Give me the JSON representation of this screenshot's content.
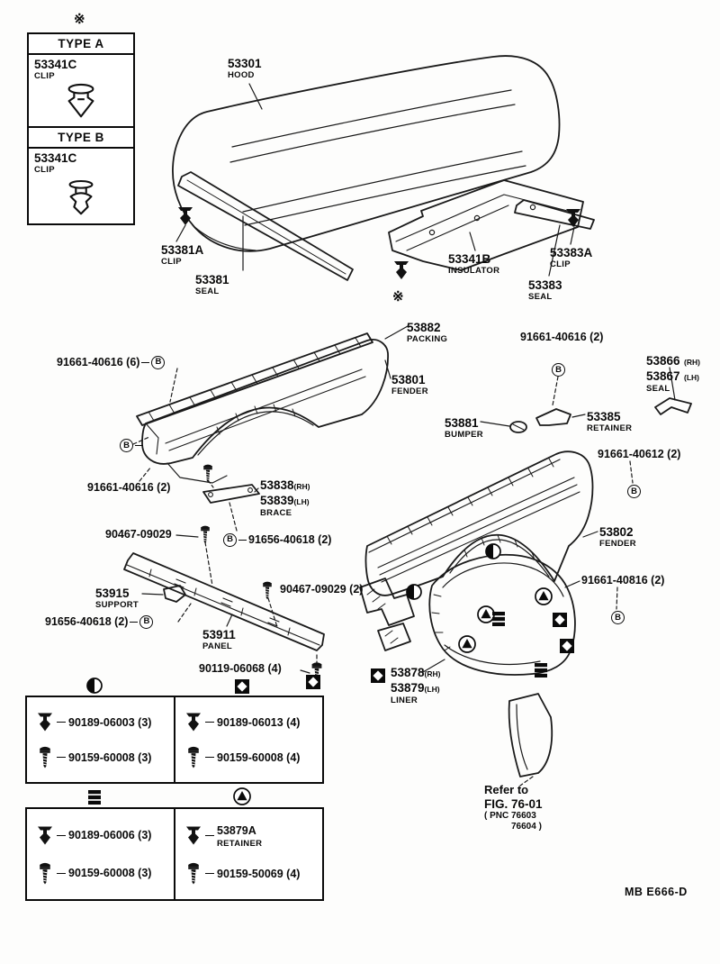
{
  "page": {
    "footer_code": "MB  E666-D",
    "asterisk_top": "※",
    "asterisk_bottom": "※",
    "bolt_marker": "B"
  },
  "type_legend": {
    "type_a_title": "TYPE A",
    "type_a_part": {
      "num": "53341C",
      "name": "CLIP"
    },
    "type_b_title": "TYPE B",
    "type_b_part": {
      "num": "53341C",
      "name": "CLIP"
    }
  },
  "parts": {
    "hood": {
      "num": "53301",
      "name": "HOOD"
    },
    "hood_seal_clip": {
      "num": "53381A",
      "name": "CLIP"
    },
    "hood_seal": {
      "num": "53381",
      "name": "SEAL"
    },
    "insulator": {
      "num": "53341B",
      "name": "INSULATOR"
    },
    "cowl_seal_clip": {
      "num": "53383A",
      "name": "CLIP"
    },
    "cowl_seal": {
      "num": "53383",
      "name": "SEAL"
    },
    "packing": {
      "num": "53882",
      "name": "PACKING"
    },
    "fender_rh": {
      "num": "53801",
      "name": "FENDER"
    },
    "apron_seal": {
      "num_rh": "53866",
      "rh": "(RH)",
      "num_lh": "53867",
      "lh": "(LH)",
      "name": "SEAL"
    },
    "bumper": {
      "num": "53881",
      "name": "BUMPER"
    },
    "retainer": {
      "num": "53385",
      "name": "RETAINER"
    },
    "brace": {
      "num_rh": "53838",
      "rh": "(RH)",
      "num_lh": "53839",
      "lh": "(LH)",
      "name": "BRACE"
    },
    "support": {
      "num": "53915",
      "name": "SUPPORT"
    },
    "panel": {
      "num": "53911",
      "name": "PANEL"
    },
    "fender_lh": {
      "num": "53802",
      "name": "FENDER"
    },
    "liner": {
      "num_rh": "53878",
      "rh": "(RH)",
      "num_lh": "53879",
      "lh": "(LH)",
      "name": "LINER"
    }
  },
  "bolts": {
    "b_91661_40616_6": "91661-40616 (6)",
    "b_91661_40616_2_left": "91661-40616 (2)",
    "b_91661_40616_2_right": "91661-40616 (2)",
    "b_91661_40612_2": "91661-40612 (2)",
    "b_91656_40618_2_brace": "91656-40618 (2)",
    "b_90467_09029": "90467-09029",
    "b_91656_40618_2_left": "91656-40618 (2)",
    "b_90467_09029_2": "90467-09029 (2)",
    "b_91661_40816_2": "91661-40816 (2)",
    "b_90119_06068_4": "90119-06068 (4)"
  },
  "refer_note": {
    "line1": "Refer to",
    "line2": "FIG. 76-01",
    "line3": "( PNC  76603",
    "line4": "76604 )"
  },
  "fastener_tables": {
    "table1": {
      "col1": {
        "symbol": "half-filled-circle",
        "clip": "90189-06003 (3)",
        "screw": "90159-60008 (3)"
      },
      "col2": {
        "symbol": "diamond-in-square",
        "clip": "90189-06013 (4)",
        "screw": "90159-60008 (4)"
      }
    },
    "table2": {
      "col1": {
        "symbol": "stacked-bars",
        "clip": "90189-06006 (3)",
        "screw": "90159-60008 (3)"
      },
      "col2": {
        "symbol": "triangle-in-circle",
        "part_num": "53879A",
        "part_name": "RETAINER",
        "screw": "90159-50069 (4)"
      }
    }
  }
}
